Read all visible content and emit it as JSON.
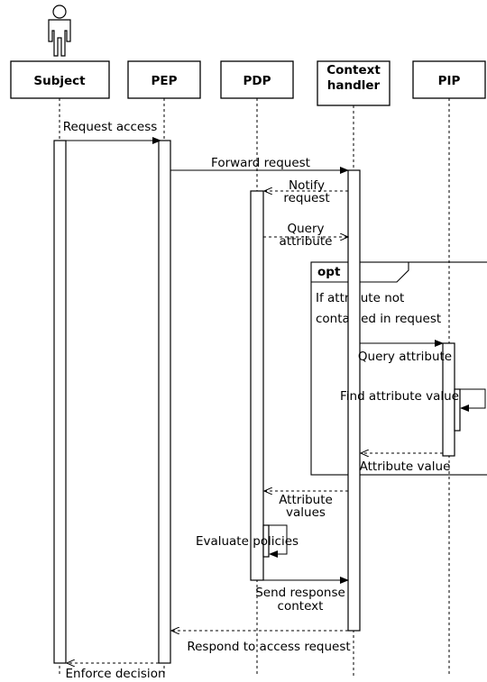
{
  "participants": [
    {
      "id": "subject",
      "label": "Subject"
    },
    {
      "id": "pep",
      "label": "PEP"
    },
    {
      "id": "pdp",
      "label": "PDP"
    },
    {
      "id": "context_handler",
      "label": "Context\nhandler"
    },
    {
      "id": "pip",
      "label": "PIP"
    }
  ],
  "fragment": {
    "operator": "opt",
    "guard": "If attribute not\ncontained in request"
  },
  "messages": [
    {
      "id": "request-access",
      "label": "Request access"
    },
    {
      "id": "forward-request",
      "label": "Forward request"
    },
    {
      "id": "notify-request",
      "label": "Notify\nrequest"
    },
    {
      "id": "query-attribute-pdp",
      "label": "Query\nattribute"
    },
    {
      "id": "query-attribute-pip",
      "label": "Query attribute"
    },
    {
      "id": "find-attribute-value",
      "label": "Find attribute value"
    },
    {
      "id": "attribute-value",
      "label": "Attribute value"
    },
    {
      "id": "attribute-values",
      "label": "Attribute\nvalues"
    },
    {
      "id": "evaluate-policies",
      "label": "Evaluate policies"
    },
    {
      "id": "send-response-context",
      "label": "Send response\ncontext"
    },
    {
      "id": "respond-to-access-request",
      "label": "Respond to access request"
    },
    {
      "id": "enforce-decision",
      "label": "Enforce decision"
    }
  ]
}
